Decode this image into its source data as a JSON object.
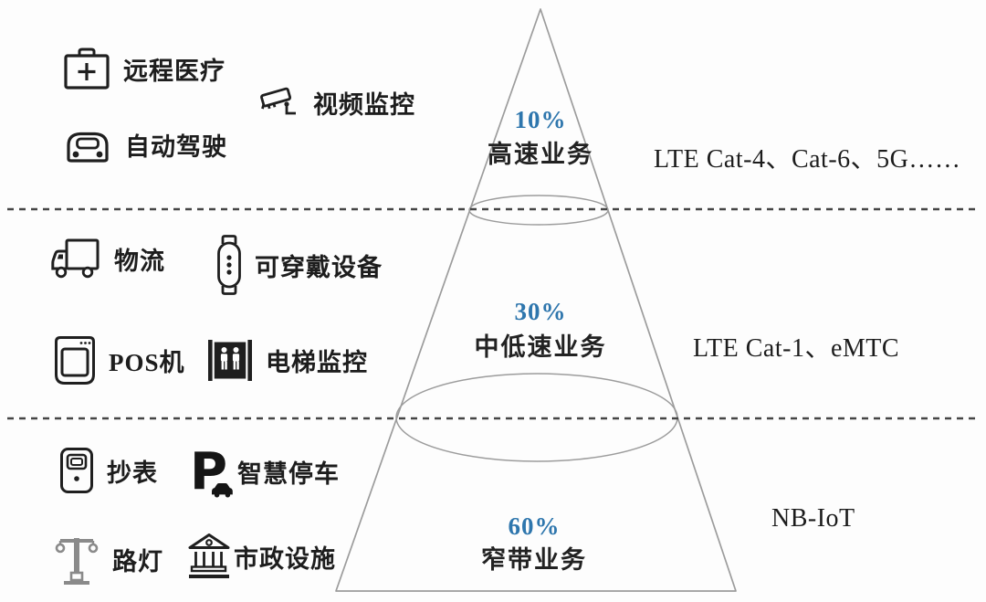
{
  "colors": {
    "background": "#fdfdfd",
    "cone_outline": "#9c9c9c",
    "dashed_line": "#454545",
    "text": "#1d1d1d",
    "accent_blue": "#2e76ad",
    "icon_black": "#1f1f1f",
    "icon_gray": "#8a8a8a"
  },
  "pyramid": {
    "tiers": [
      {
        "percent": "10%",
        "label": "高速业务"
      },
      {
        "percent": "30%",
        "label": "中低速业务"
      },
      {
        "percent": "60%",
        "label": "窄带业务"
      }
    ],
    "tech_labels": [
      "LTE Cat-4、Cat-6、5G……",
      "LTE Cat-1、eMTC",
      "NB-IoT"
    ]
  },
  "apps": [
    {
      "icon": "first-aid-kit-icon",
      "label": "远程医疗"
    },
    {
      "icon": "cctv-camera-icon",
      "label": "视频监控"
    },
    {
      "icon": "car-icon",
      "label": "自动驾驶"
    },
    {
      "icon": "truck-icon",
      "label": "物流"
    },
    {
      "icon": "smartwatch-icon",
      "label": "可穿戴设备"
    },
    {
      "icon": "pos-terminal-icon",
      "label": "POS机"
    },
    {
      "icon": "elevator-icon",
      "label": "电梯监控"
    },
    {
      "icon": "utility-meter-icon",
      "label": "抄表"
    },
    {
      "icon": "parking-icon",
      "label": "智慧停车"
    },
    {
      "icon": "street-lamp-icon",
      "label": "路灯"
    },
    {
      "icon": "government-building-icon",
      "label": "市政设施"
    }
  ]
}
